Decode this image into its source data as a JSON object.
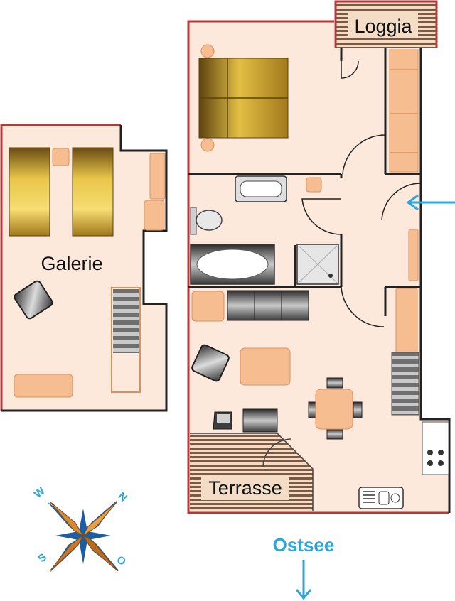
{
  "plan": {
    "rooms": {
      "galerie": "Galerie",
      "loggia": "Loggia",
      "terrasse": "Terrasse"
    },
    "sea": {
      "label": "Ostsee"
    },
    "compass": {
      "north": "N",
      "west": "W",
      "south": "S",
      "east": "O"
    }
  },
  "colors": {
    "wall_outer": "#b5383a",
    "wall": "#222222",
    "floor": "#fde8dc",
    "furniture": "#f6be90",
    "furniture_edge": "#d9925e",
    "bed_gold": "#c9a227",
    "accent": "#2ea6d8",
    "stair_gray": "#6b6b6b"
  }
}
